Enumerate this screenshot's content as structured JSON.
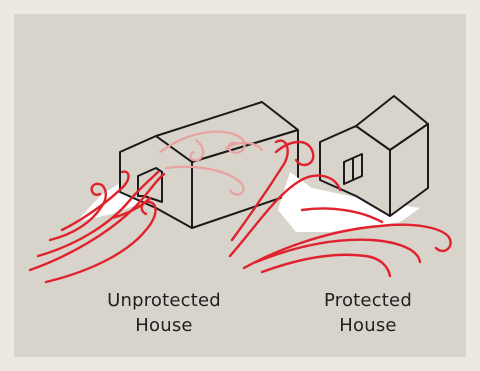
{
  "captions": {
    "unprotected": {
      "line1": "Unprotected",
      "line2": "House"
    },
    "protected": {
      "line1": "Protected",
      "line2": "House"
    }
  },
  "colors": {
    "panel_bg": "#d8d4cb",
    "outer_bg": "#ebe9e2",
    "wind": "#e0222c",
    "wind_faded": "#e9a2a0",
    "house_stroke": "#1a1a1a",
    "house_fill": "#d8d4cb"
  },
  "icons": [
    "unprotected-house-icon",
    "protected-house-icon",
    "wind-swirl-icon"
  ]
}
